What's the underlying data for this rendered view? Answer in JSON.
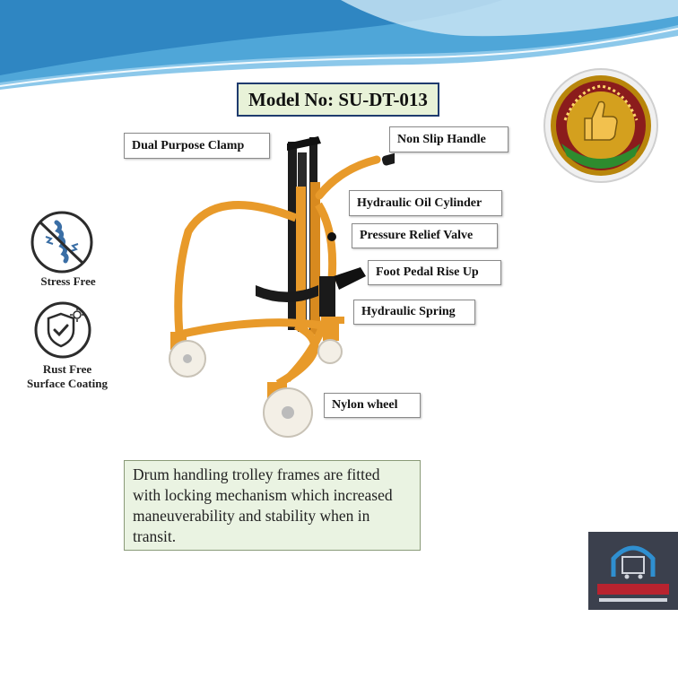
{
  "model": {
    "text": "Model No: SU-DT-013"
  },
  "labels": {
    "clamp": "Dual Purpose Clamp",
    "handle": "Non Slip Handle",
    "cylinder": "Hydraulic Oil Cylinder",
    "valve": "Pressure Relief Valve",
    "pedal": "Foot Pedal Rise Up",
    "spring": "Hydraulic Spring",
    "wheel": "Nylon wheel"
  },
  "features": {
    "stress": {
      "label": "Stress Free",
      "icon": "no-stress-icon"
    },
    "rust": {
      "label_line1": "Rust Free",
      "label_line2": "Surface Coating",
      "icon": "shield-check-icon"
    }
  },
  "info": {
    "text": "Drum handling trolley frames are fitted with locking mechanism which increased maneuverability and stability when in transit."
  },
  "badge": {
    "icon": "best-price-best-quality-badge"
  },
  "logo": {
    "icon": "suwas-trolley-logo"
  },
  "colors": {
    "accent_blue": "#5ab0e0",
    "frame_orange": "#e89a2a",
    "box_border": "#1f3b6e",
    "box_fill": "#e8f2d8"
  }
}
